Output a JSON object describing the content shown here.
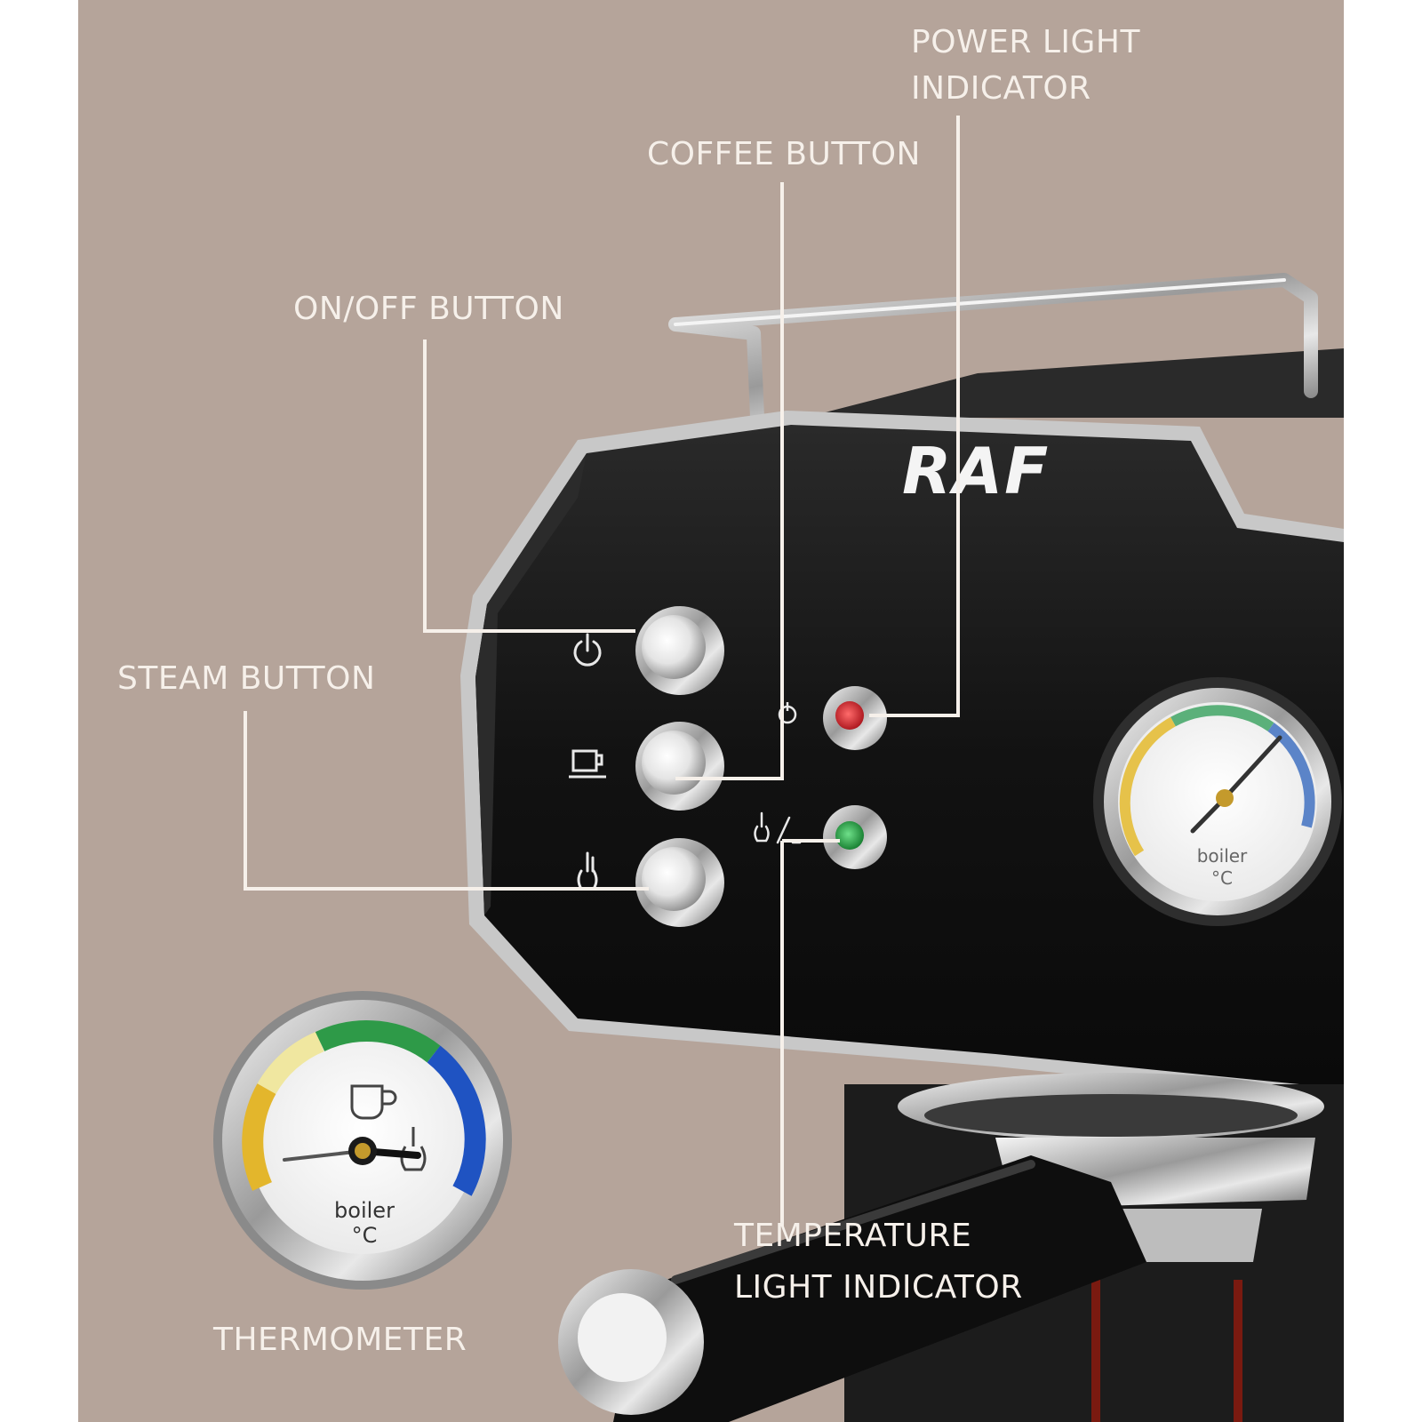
{
  "brand": {
    "logo_text": "RAF"
  },
  "colors": {
    "background": "#b5a49a",
    "text": "#f6f0ea",
    "leader_lines": "#f6f0ea",
    "machine_body": "#161616",
    "chrome": "#c8c8c8",
    "indicator_power": "#d8262e",
    "indicator_temperature": "#27b84a"
  },
  "labels": {
    "power_light": [
      "POWER LIGHT",
      "INDICATOR"
    ],
    "coffee_button": "COFFEE BUTTON",
    "onoff_button": "ON/OFF BUTTON",
    "steam_button": "STEAM BUTTON",
    "temperature_light": [
      "TEMPERATURE",
      "LIGHT INDICATOR"
    ],
    "thermometer": "THERMOMETER"
  },
  "icons": [
    "power-icon",
    "coffee-cup-icon",
    "steam-icon",
    "temperature-icon"
  ],
  "gauge": {
    "line1": "boiler",
    "line2": "°C"
  }
}
